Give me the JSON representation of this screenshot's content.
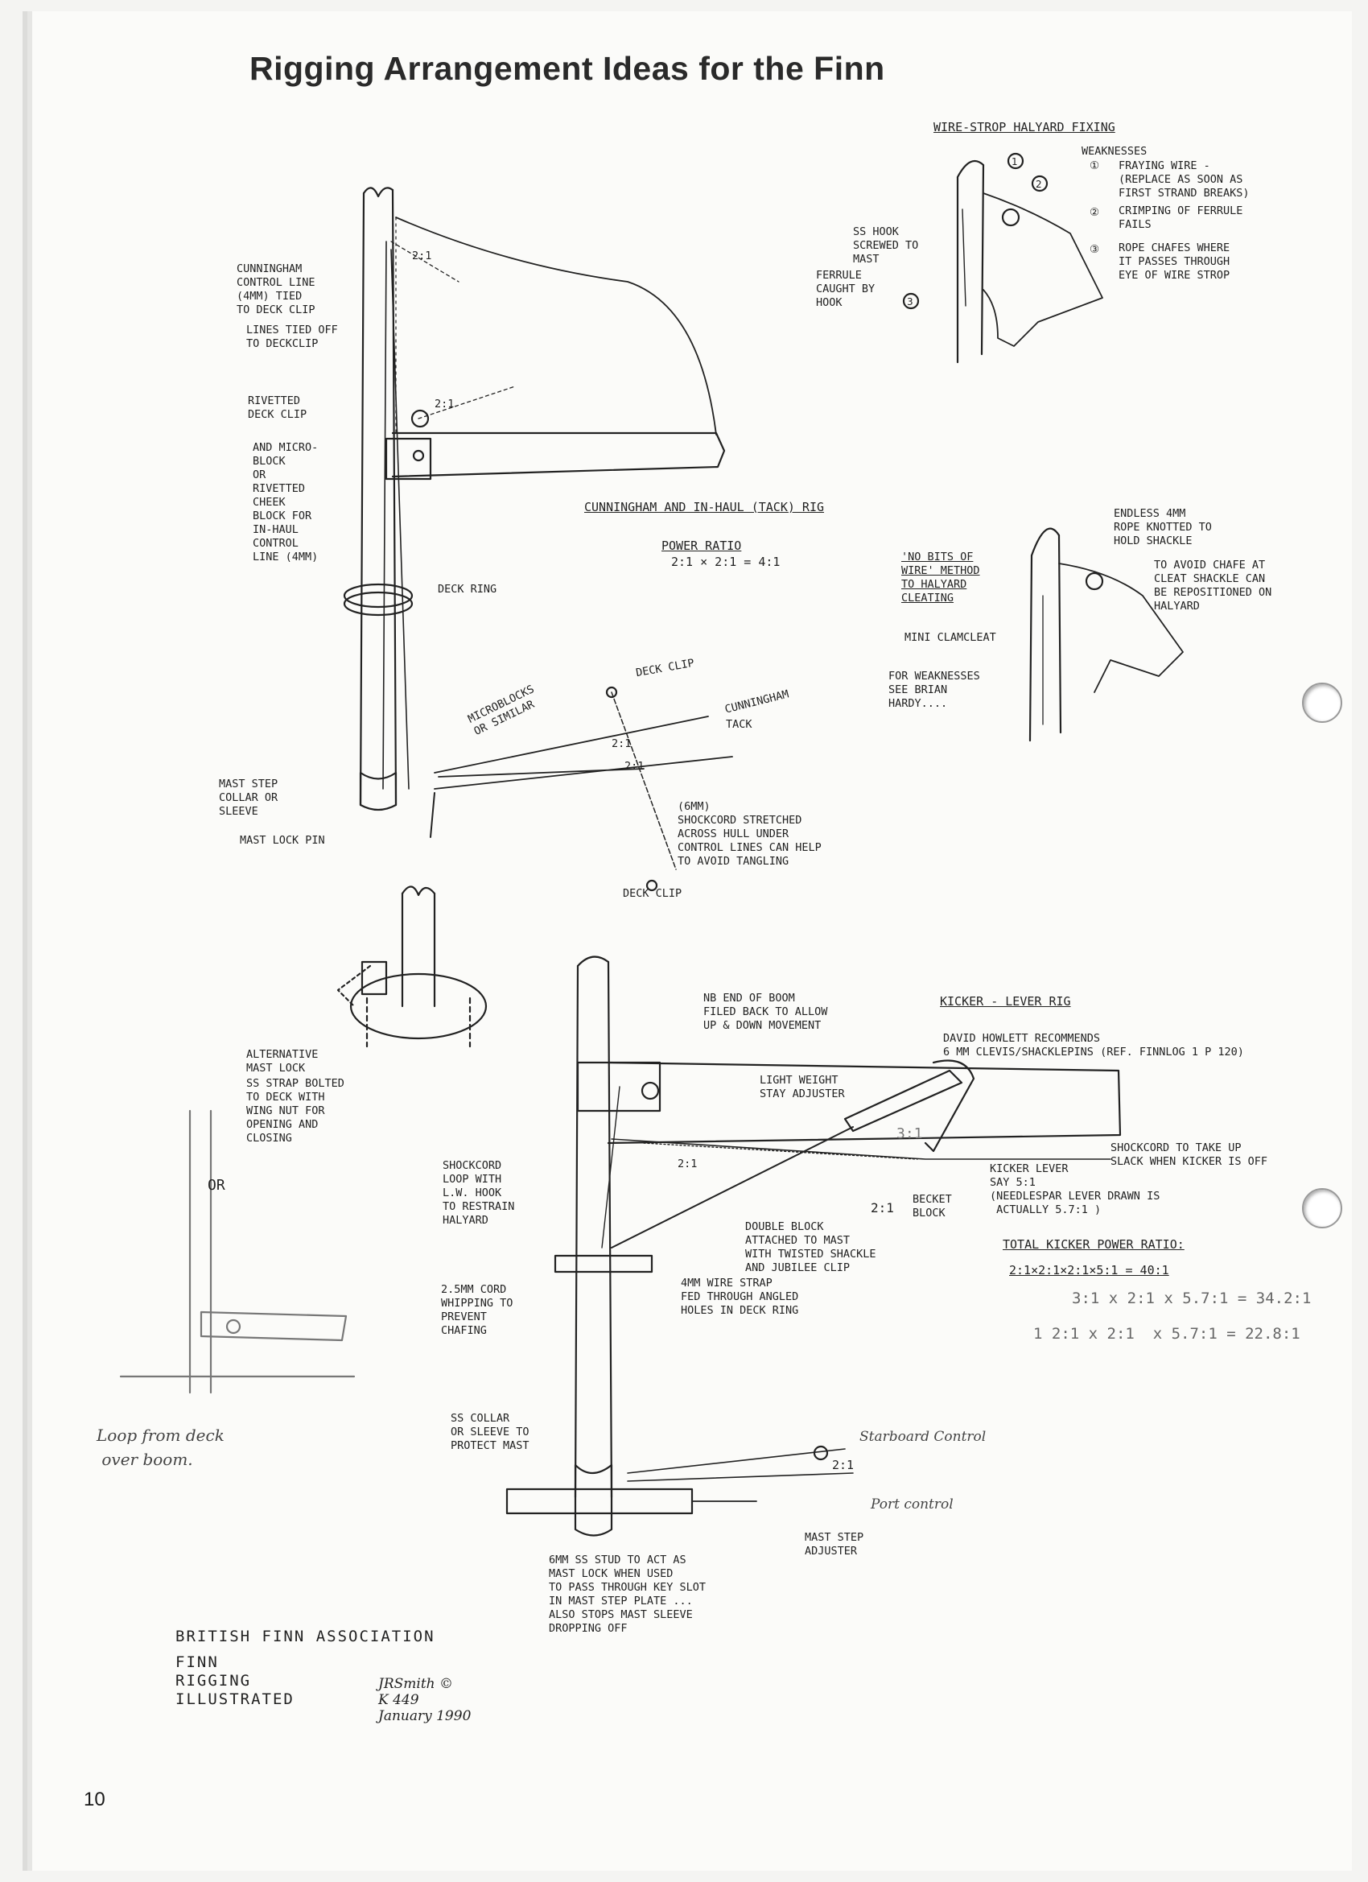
{
  "title": "Rigging Arrangement Ideas for the Finn",
  "page_number": "10",
  "sections": {
    "cunningham": {
      "heading": "CUNNINGHAM AND IN-HAUL (TACK) RIG",
      "power_ratio_label": "POWER RATIO",
      "power_ratio_value": "2:1 × 2:1 = 4:1"
    },
    "wire_strop": {
      "heading": "WIRE-STROP HALYARD FIXING",
      "weaknesses_label": "WEAKNESSES",
      "weakness_1": "FRAYING WIRE -\n(REPLACE AS SOON AS\nFIRST STRAND BREAKS)",
      "weakness_2": "CRIMPING OF FERRULE\nFAILS",
      "weakness_3": "ROPE CHAFES WHERE\nIT PASSES THROUGH\nEYE OF WIRE STROP"
    },
    "kicker": {
      "heading": "KICKER - LEVER RIG",
      "total_label": "TOTAL KICKER POWER RATIO:",
      "total_value": "2:1×2:1×2:1×5:1 = 40:1",
      "pencil_1": "3:1 x 2:1 x 5.7:1 = 34.2:1",
      "pencil_2": "1 2:1 x 2:1  x 5.7:1 = 22.8:1"
    }
  },
  "labels": {
    "cunningham_control": "CUNNINGHAM\nCONTROL LINE\n(4mm) TIED\nTO DECK CLIP",
    "lines_tied": "LINES TIED OFF\nTO DECKCLIP",
    "rivetted_clip": "RIVETTED\nDECK CLIP",
    "micro_block": "AND MICRO-\nBLOCK\nOR\nRIVETTED\nCHEEK\nBLOCK FOR\nIN-HAUL\nCONTROL\nLINE (4mm)",
    "deck_ring": "DECK RING",
    "microblocks": "MICROBLOCKS\nOR SIMILAR",
    "deck_clip_1": "DECK CLIP",
    "cunningham": "CUNNINGHAM",
    "tack": "TACK",
    "ratio_a": "2:1",
    "ratio_b": "2:1",
    "ratio_top": "2:1",
    "ratio_mid": "2:1",
    "mast_step_collar": "MAST STEP\nCOLLAR OR\nSLEEVE",
    "mast_lock_pin": "MAST LOCK PIN",
    "shockcord": "(6mm)\nSHOCKCORD STRETCHED\nACROSS HULL UNDER\nCONTROL LINES CAN HELP\nTO AVOID TANGLING",
    "deck_clip_2": "DECK CLIP",
    "ss_hook": "SS HOOK\nSCREWED TO\nMAST",
    "ferrule": "FERRULE\nCAUGHT BY\nHOOK",
    "no_bits": "'NO BITS OF\nWIRE' METHOD\nTO HALYARD\nCLEATING",
    "endless": "ENDLESS 4mm\nROPE KNOTTED TO\nHOLD SHACKLE",
    "avoid_chafe": "TO AVOID CHAFE AT\nCLEAT SHACKLE CAN\nBE REPOSITIONED ON\nHALYARD",
    "mini_clamcleat": "MINI CLAMCLEAT",
    "brian_hardy": "FOR WEAKNESSES\nSEE BRIAN\nHARDY....",
    "alt_mast_lock": "ALTERNATIVE\nMAST LOCK",
    "ss_strap": "SS STRAP BOLTED\nTO DECK WITH\nWING NUT FOR\nOPENING AND\nCLOSING",
    "or": "OR",
    "nb_end": "NB END OF BOOM\nFILED BACK TO ALLOW\nUP & DOWN MOVEMENT",
    "howlett": "DAVID HOWLETT RECOMMENDS\n6 mm CLEVIS/SHACKLEPINS (ref. FINNLOG 1 p 120)",
    "stay_adjuster": "LIGHT WEIGHT\nSTAY ADJUSTER",
    "shockcord_loop": "SHOCKCORD\nLOOP WITH\nL.W. HOOK\nTO RESTRAIN\nHALYARD",
    "shockcord_slack": "SHOCKCORD TO TAKE UP\nSLACK WHEN KICKER IS OFF",
    "kicker_lever": "KICKER LEVER\nSAY 5:1\n(NEEDLESPAR LEVER DRAWN IS\n ACTUALLY 5.7:1 )",
    "becket": "BECKET\nBLOCK",
    "becket_ratio": "2:1",
    "ratio_kick": "2:1",
    "ratio_31": "3:1",
    "double_block": "DOUBLE BLOCK\nATTACHED TO MAST\nWITH TWISTED SHACKLE\nAND JUBILEE CLIP",
    "cord_whip": "2.5mm CORD\nWHIPPING TO\nPREVENT\nCHAFING",
    "wire_strap": "4mm WIRE STRAP\nFED THROUGH ANGLED\nHOLES IN DECK RING",
    "ss_collar": "SS COLLAR\nOR SLEEVE TO\nPROTECT MAST",
    "starboard": "Starboard Control",
    "port": "Port control",
    "ratio_ctrl": "2:1",
    "mast_step_adj": "MAST STEP\nADJUSTER",
    "stud": "6mm SS STUD TO ACT AS\nMAST LOCK WHEN USED\nTO PASS THROUGH KEY SLOT\nIN MAST STEP PLATE ...\nALSO STOPS MAST SLEEVE\nDROPPING OFF"
  },
  "handwritten_note": "Loop from deck\n over boom.",
  "footer": {
    "org": "BRITISH FINN ASSOCIATION",
    "subtitle": "FINN\nRIGGING\nILLUSTRATED",
    "author": "JRSmith ©\nK 449\nJanuary 1990"
  }
}
